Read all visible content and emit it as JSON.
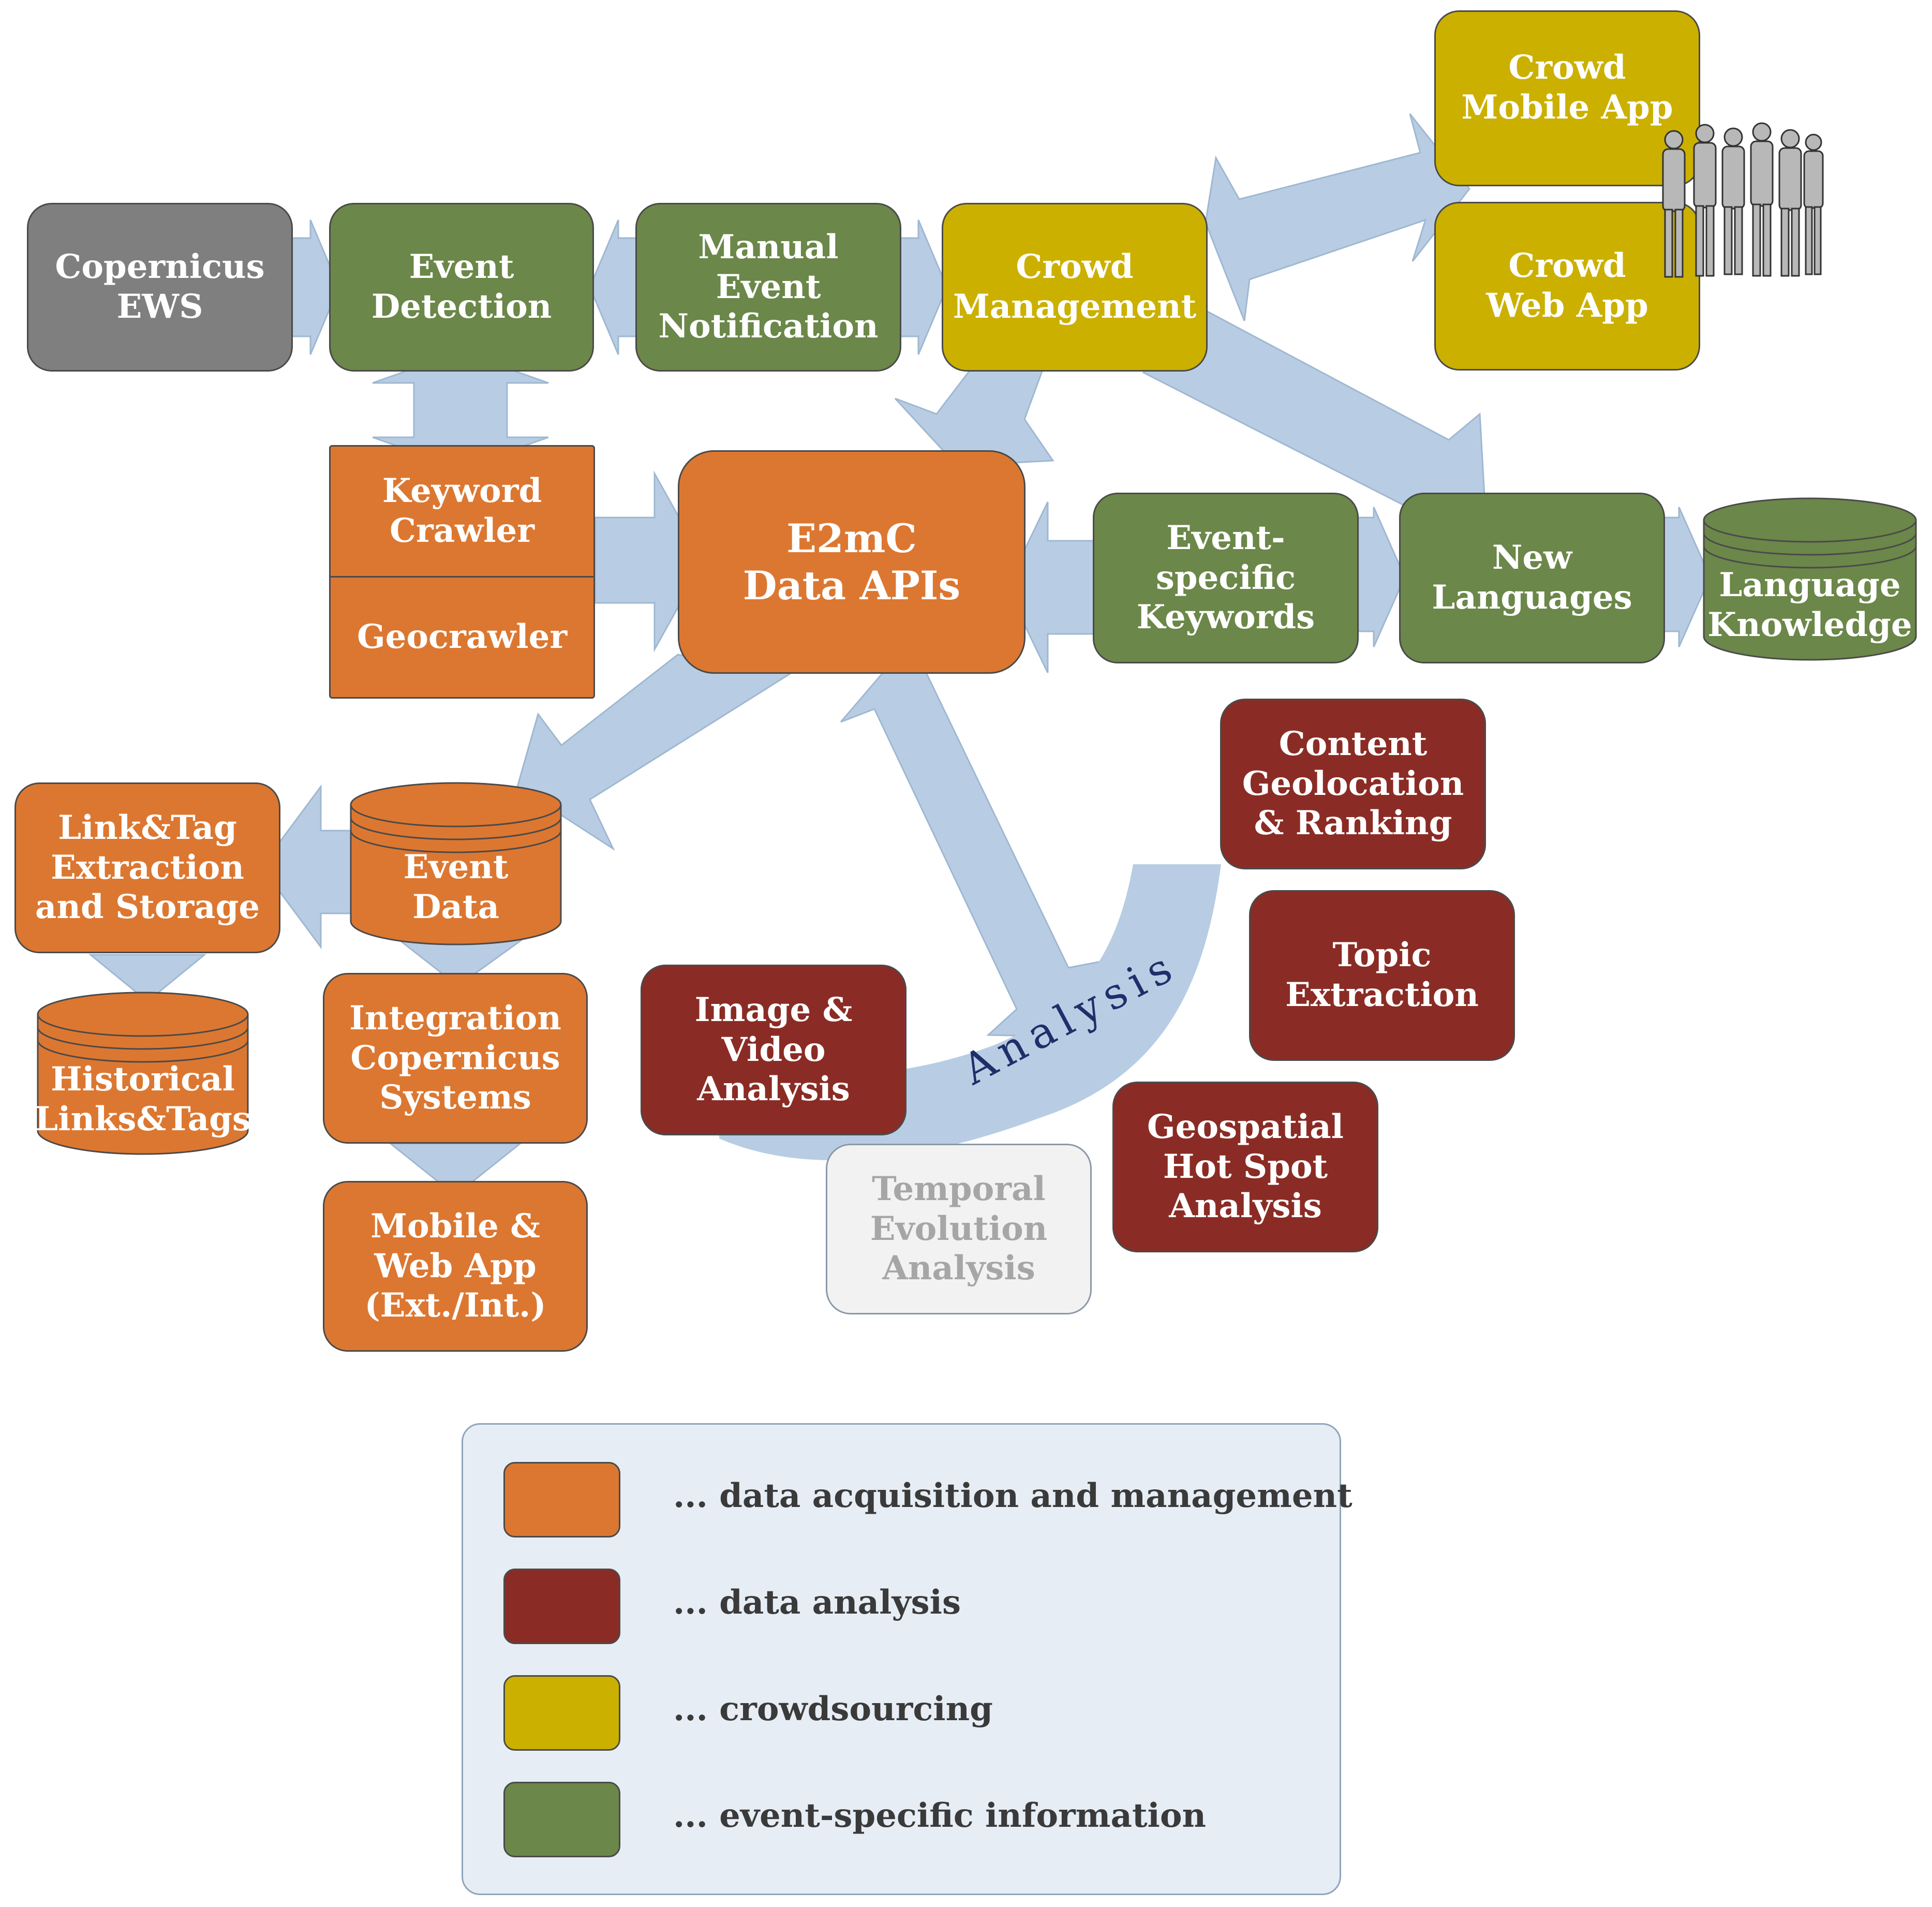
{
  "nodes": {
    "copernicus_ews": "Copernicus\nEWS",
    "event_detection": "Event\nDetection",
    "manual_event_notification": "Manual\nEvent\nNotification",
    "crowd_management": "Crowd\nManagement",
    "crowd_mobile_app": "Crowd\nMobile App",
    "crowd_web_app": "Crowd\nWeb App",
    "keyword_crawler": "Keyword\nCrawler",
    "geocrawler": "Geocrawler",
    "e2mc_data_apis": "E2mC\nData APIs",
    "event_specific_keywords": "Event-\nspecific\nKeywords",
    "new_languages": "New\nLanguages",
    "language_knowledge": "Language\nKnowledge",
    "link_tag_extraction": "Link&Tag\nExtraction\nand Storage",
    "event_data": "Event\nData",
    "historical_links_tags": "Historical\nLinks&Tags",
    "integration_copernicus": "Integration\nCopernicus\nSystems",
    "mobile_web_app": "Mobile &\nWeb App\n(Ext./Int.)",
    "content_geolocation": "Content\nGeolocation\n& Ranking",
    "topic_extraction": "Topic\nExtraction",
    "image_video_analysis": "Image &\nVideo\nAnalysis",
    "geospatial_hotspot": "Geospatial\nHot Spot\nAnalysis",
    "temporal_evolution": "Temporal\nEvolution\nAnalysis"
  },
  "analysis_label": "Analysis",
  "legend": [
    {
      "label": "... data acquisition and management",
      "color": "#dc7731"
    },
    {
      "label": "... data analysis",
      "color": "#8a2c25"
    },
    {
      "label": "... crowdsourcing",
      "color": "#cbb000"
    },
    {
      "label": "... event-specific information",
      "color": "#6b8749"
    }
  ],
  "colors": {
    "orange": "#dc7731",
    "red": "#8a2c25",
    "yellow": "#cbb000",
    "green": "#6b8749",
    "gray": "#7f7f7f",
    "arrow": "#b8cde3"
  }
}
